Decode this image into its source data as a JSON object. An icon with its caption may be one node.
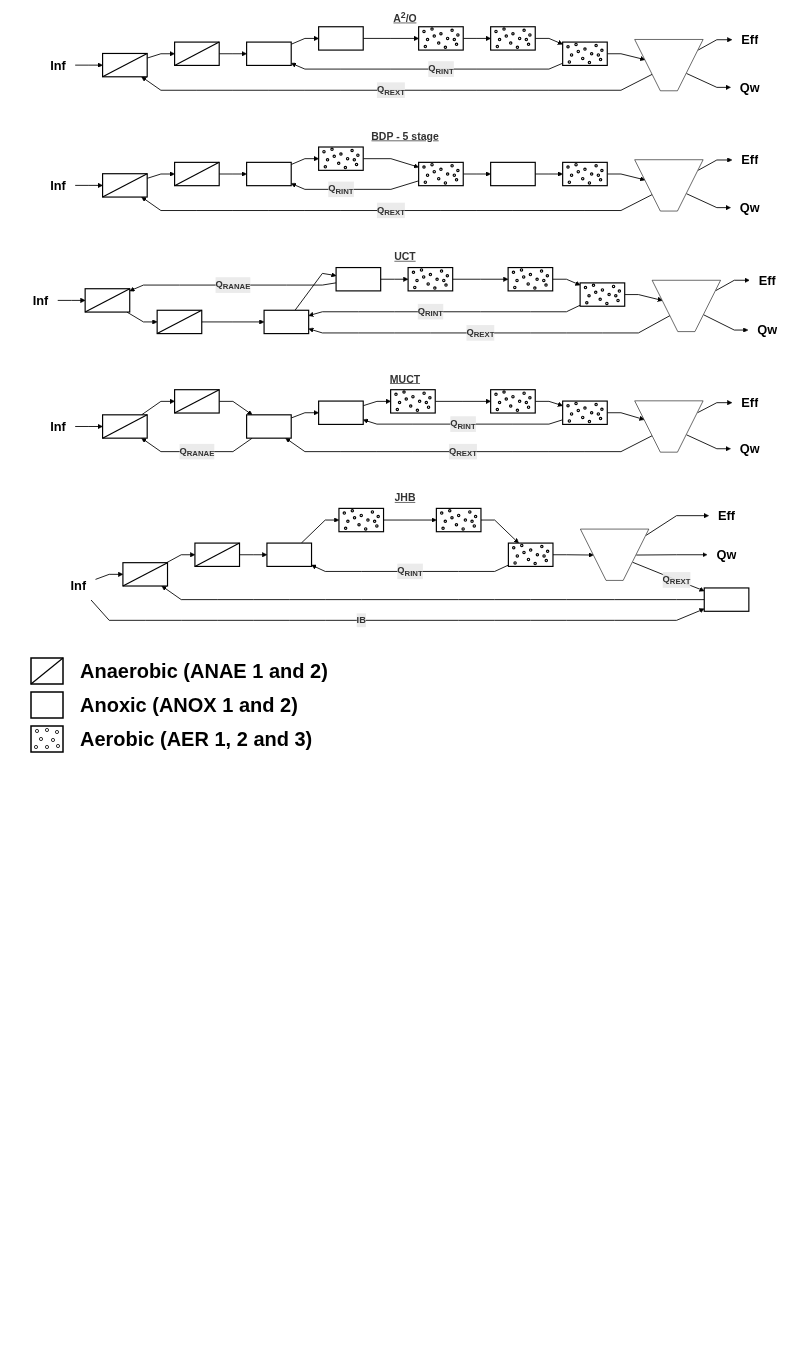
{
  "diagram": {
    "nodes": [
      {
        "text": [
          "Inf"
        ]
      },
      {
        "text": [],
        "shape": "box"
      },
      {
        "text": [],
        "shape": "box"
      },
      {
        "text": [],
        "shape": "box"
      },
      {
        "text": [],
        "shape": "box"
      },
      {
        "text": [],
        "shape": "box"
      },
      {
        "text": [],
        "shape": "box"
      },
      {
        "text": [],
        "shape": "box"
      },
      {
        "text": [],
        "shape": "funnel"
      },
      {
        "text": [
          "Eff"
        ]
      },
      {
        "text": [
          "Qw"
        ]
      },
      {
        "text": [
          "Inf"
        ]
      },
      {
        "text": [],
        "shape": "box"
      },
      {
        "text": [],
        "shape": "box"
      },
      {
        "text": [],
        "shape": "box"
      },
      {
        "text": [],
        "shape": "box"
      },
      {
        "text": [],
        "shape": "box"
      },
      {
        "text": [],
        "shape": "box"
      },
      {
        "text": [],
        "shape": "box"
      },
      {
        "text": [],
        "shape": "funnel"
      },
      {
        "text": [
          "Eff"
        ]
      },
      {
        "text": [
          "Qw"
        ]
      },
      {
        "text": [
          "Inf"
        ]
      },
      {
        "text": [],
        "shape": "box"
      },
      {
        "text": [],
        "shape": "box"
      },
      {
        "text": [],
        "shape": "box"
      },
      {
        "text": [],
        "shape": "box"
      },
      {
        "text": [],
        "shape": "box"
      },
      {
        "text": [],
        "shape": "box"
      },
      {
        "text": [],
        "shape": "box"
      },
      {
        "text": [],
        "shape": "funnel"
      },
      {
        "text": [
          "Eff"
        ]
      },
      {
        "text": [
          "Qw"
        ]
      },
      {
        "text": [
          "Inf"
        ]
      },
      {
        "text": [],
        "shape": "box"
      },
      {
        "text": [],
        "shape": "box"
      },
      {
        "text": [],
        "shape": "box"
      },
      {
        "text": [],
        "shape": "box"
      },
      {
        "text": [],
        "shape": "box"
      },
      {
        "text": [],
        "shape": "box"
      },
      {
        "text": [],
        "shape": "box"
      },
      {
        "text": [],
        "shape": "funnel"
      },
      {
        "text": [
          "Eff"
        ]
      },
      {
        "text": [
          "Qw"
        ]
      },
      {
        "text": [
          "Inf"
        ]
      },
      {
        "text": [],
        "shape": "box"
      },
      {
        "text": [],
        "shape": "box"
      },
      {
        "text": [],
        "shape": "box"
      },
      {
        "text": [],
        "shape": "box"
      },
      {
        "text": [],
        "shape": "box"
      },
      {
        "text": [],
        "shape": "box"
      },
      {
        "text": [],
        "shape": "funnel"
      },
      {
        "text": [
          "Eff"
        ]
      },
      {
        "text": [],
        "shape": "box"
      },
      {
        "text": [
          "Qw"
        ]
      }
    ],
    "edges": [
      {
        "from": 0,
        "to": 1,
        "arrow": "to"
      },
      {
        "from": 1,
        "to": 2,
        "arrow": "to"
      },
      {
        "from": 2,
        "to": 3,
        "arrow": "to"
      },
      {
        "from": 3,
        "to": 4,
        "arrow": "to"
      },
      {
        "from": 4,
        "to": 5,
        "arrow": "to"
      },
      {
        "from": 5,
        "to": 6,
        "arrow": "to"
      },
      {
        "from": 6,
        "to": 7,
        "arrow": "to"
      },
      {
        "from": 7,
        "to": 8,
        "arrow": "to"
      },
      {
        "from": 8,
        "to": 9,
        "arrow": "to"
      },
      {
        "from": 8,
        "to": 10,
        "arrow": "to"
      },
      {
        "from": 7,
        "to": 3,
        "arrow": "to",
        "label": "Q$_{RINT}$"
      },
      {
        "from": 8,
        "to": 1,
        "arrow": "to",
        "label": "Q$_{REXT}$"
      },
      {
        "from": 11,
        "to": 12,
        "arrow": "to"
      },
      {
        "from": 12,
        "to": 13,
        "arrow": "to"
      },
      {
        "from": 13,
        "to": 14,
        "arrow": "to"
      },
      {
        "from": 14,
        "to": 15,
        "arrow": "to"
      },
      {
        "from": 15,
        "to": 16,
        "arrow": "to"
      },
      {
        "from": 16,
        "to": 17,
        "arrow": "to"
      },
      {
        "from": 17,
        "to": 18,
        "arrow": "to"
      },
      {
        "from": 18,
        "to": 19,
        "arrow": "to"
      },
      {
        "from": 19,
        "to": 20,
        "arrow": "to"
      },
      {
        "from": 19,
        "to": 21,
        "arrow": "to"
      },
      {
        "from": 16,
        "to": 14,
        "arrow": "to",
        "label": "Q$_{RINT}$"
      },
      {
        "from": 19,
        "to": 12,
        "arrow": "to",
        "label": "Q$_{REXT}$"
      },
      {
        "from": 22,
        "to": 23,
        "arrow": "to"
      },
      {
        "from": 23,
        "to": 24,
        "arrow": "to"
      },
      {
        "from": 24,
        "to": 25,
        "arrow": "to"
      },
      {
        "from": 25,
        "to": 26,
        "arrow": "to"
      },
      {
        "from": 26,
        "to": 27,
        "arrow": "to"
      },
      {
        "from": 27,
        "to": 28,
        "arrow": "to"
      },
      {
        "from": 28,
        "to": 29,
        "arrow": "to"
      },
      {
        "from": 29,
        "to": 30,
        "arrow": "to"
      },
      {
        "from": 30,
        "to": 31,
        "arrow": "to"
      },
      {
        "from": 30,
        "to": 32,
        "arrow": "to"
      },
      {
        "from": 26,
        "to": 23,
        "arrow": "to",
        "label": "Q$_{RANAE}$"
      },
      {
        "from": 29,
        "to": 25,
        "arrow": "to",
        "label": "Q$_{RINT}$"
      },
      {
        "from": 30,
        "to": 25,
        "arrow": "to",
        "label": "Q$_{REXT}$"
      },
      {
        "from": 33,
        "to": 34,
        "arrow": "to"
      },
      {
        "from": 34,
        "to": 35,
        "arrow": "to"
      },
      {
        "from": 35,
        "to": 36,
        "arrow": "to"
      },
      {
        "from": 36,
        "to": 37,
        "arrow": "to"
      },
      {
        "from": 37,
        "to": 38,
        "arrow": "to"
      },
      {
        "from": 38,
        "to": 39,
        "arrow": "to"
      },
      {
        "from": 39,
        "to": 40,
        "arrow": "to"
      },
      {
        "from": 40,
        "to": 41,
        "arrow": "to"
      },
      {
        "from": 41,
        "to": 42,
        "arrow": "to"
      },
      {
        "from": 41,
        "to": 43,
        "arrow": "to"
      },
      {
        "from": 36,
        "to": 34,
        "arrow": "to",
        "label": "Q$_{RANAE}$"
      },
      {
        "from": 40,
        "to": 37,
        "arrow": "to",
        "label": "Q$_{RINT}$"
      },
      {
        "from": 41,
        "to": 36,
        "arrow": "to",
        "label": "Q$_{REXT}$"
      },
      {
        "from": 44,
        "to": 45,
        "arrow": "to"
      },
      {
        "from": 45,
        "to": 46,
        "arrow": "to"
      },
      {
        "from": 46,
        "to": 47,
        "arrow": "to"
      },
      {
        "from": 47,
        "to": 48,
        "arrow": "to"
      },
      {
        "from": 48,
        "to": 49,
        "arrow": "to"
      },
      {
        "from": 49,
        "to": 50,
        "arrow": "to"
      },
      {
        "from": 50,
        "to": 51,
        "arrow": "to"
      },
      {
        "from": 51,
        "to": 52,
        "arrow": "to"
      },
      {
        "from": 51,
        "to": 54,
        "arrow": "to"
      },
      {
        "from": 50,
        "to": 47,
        "arrow": "to",
        "label": "Q$_{RINT}$"
      },
      {
        "from": 51,
        "to": 53,
        "arrow": "to",
        "label": "Q$_{REXT}$"
      },
      {
        "from": 44,
        "to": 53,
        "arrow": "to",
        "label": "IB"
      },
      {
        "from": 53,
        "to": 45,
        "arrow": "to"
      }
    ],
    "labels": [
      "A$^{2}$/O",
      "BDP - 5 stage",
      "UCT",
      "MUCT",
      "JHB"
    ],
    "legend": [
      {
        "text": "Anaerobic (ANAE 1 and 2)"
      },
      {
        "text": "Anoxic (ANOX 1 and 2)"
      },
      {
        "text": "Aerobic (AER 1, 2 and 3)"
      }
    ]
  }
}
